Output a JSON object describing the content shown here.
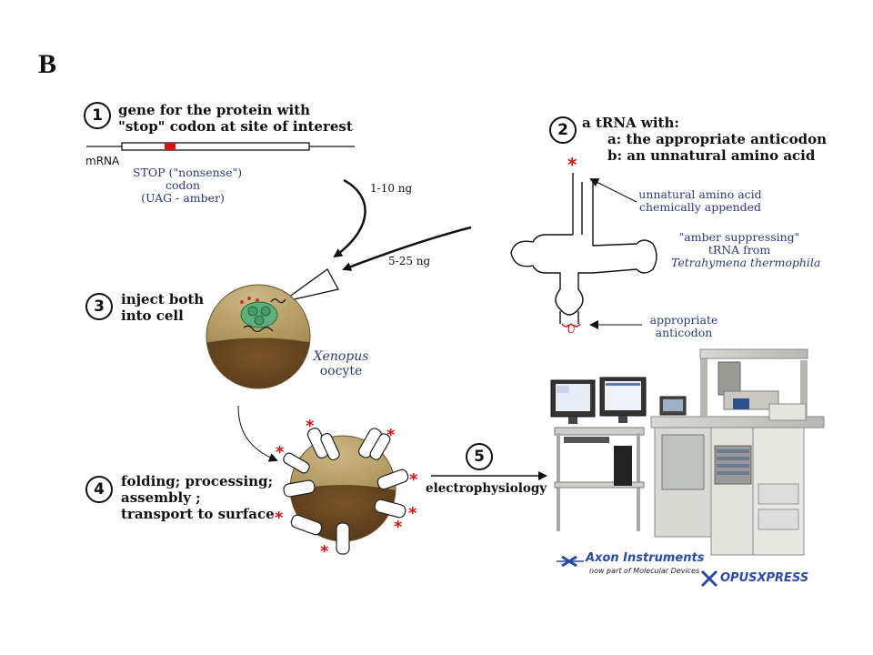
{
  "panel_label": "B",
  "step1": {
    "num": "1",
    "line1": "gene for the protein with",
    "line2": "\"stop\" codon at site of interest"
  },
  "mrna_label": "mRNA",
  "stop_note": {
    "l1": "STOP (\"nonsense\")",
    "l2": "codon",
    "l3": "(UAG - amber)"
  },
  "dose1": "1-10 ng",
  "dose2": "5-25 ng",
  "step2": {
    "num": "2",
    "line1": "a tRNA with:",
    "line2": "a: the appropriate anticodon",
    "line3": "b: an unnatural amino acid"
  },
  "trna_note1": {
    "l1": "unnatural amino acid",
    "l2": "chemically appended"
  },
  "trna_note2": {
    "l1": "\"amber suppressing\"",
    "l2": "tRNA from",
    "l3": "Tetrahymena thermophila"
  },
  "anticodon_note": {
    "l1": "appropriate",
    "l2": "anticodon"
  },
  "anticodon_letter": "U",
  "step3": {
    "num": "3",
    "line1": "inject both",
    "line2": "into cell"
  },
  "oocyte": {
    "l1": "Xenopus",
    "l2": "oocyte"
  },
  "step4": {
    "num": "4",
    "line1": "folding; processing;",
    "line2": "assembly ;",
    "line3": "transport to surface"
  },
  "step5": {
    "num": "5",
    "label": "electrophysiology"
  },
  "brand1": {
    "name": "Axon Instruments",
    "sub": "now part of Molecular Devices"
  },
  "brand2": {
    "name": "OPUSXPRESS"
  },
  "colors": {
    "stop_red": "#d21414",
    "oocyte_top": "#b49b63",
    "oocyte_bottom": "#5e3e1c",
    "text_blue": "#2b3b7c",
    "brand_blue": "#2b4aa6"
  }
}
